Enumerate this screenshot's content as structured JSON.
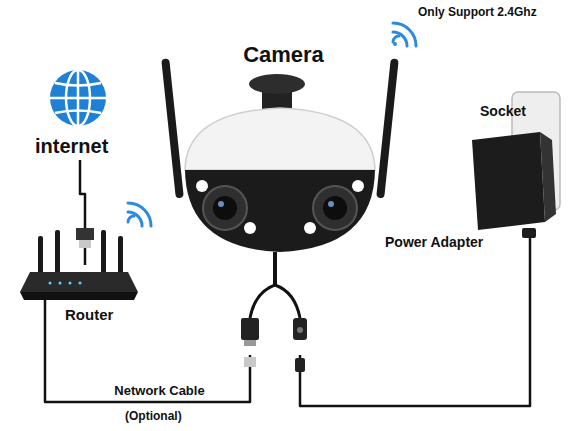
{
  "diagram": {
    "nodes": [
      {
        "text": [
          "internet"
        ]
      },
      {
        "text": [
          "Router"
        ]
      },
      {
        "text": [
          "Camera"
        ]
      },
      {
        "text": [
          "Power Adapter"
        ]
      }
    ],
    "edges": [
      {
        "from": 0,
        "to": 1,
        "arrow": "none"
      },
      {
        "from": 1,
        "to": 2,
        "label": "Network Cable",
        "arrow": "none"
      },
      {
        "from": 2,
        "to": 3,
        "arrow": "none"
      }
    ],
    "labels": [
      "Only Support 2.4Ghz",
      "Socket",
      "(Optional)"
    ]
  }
}
